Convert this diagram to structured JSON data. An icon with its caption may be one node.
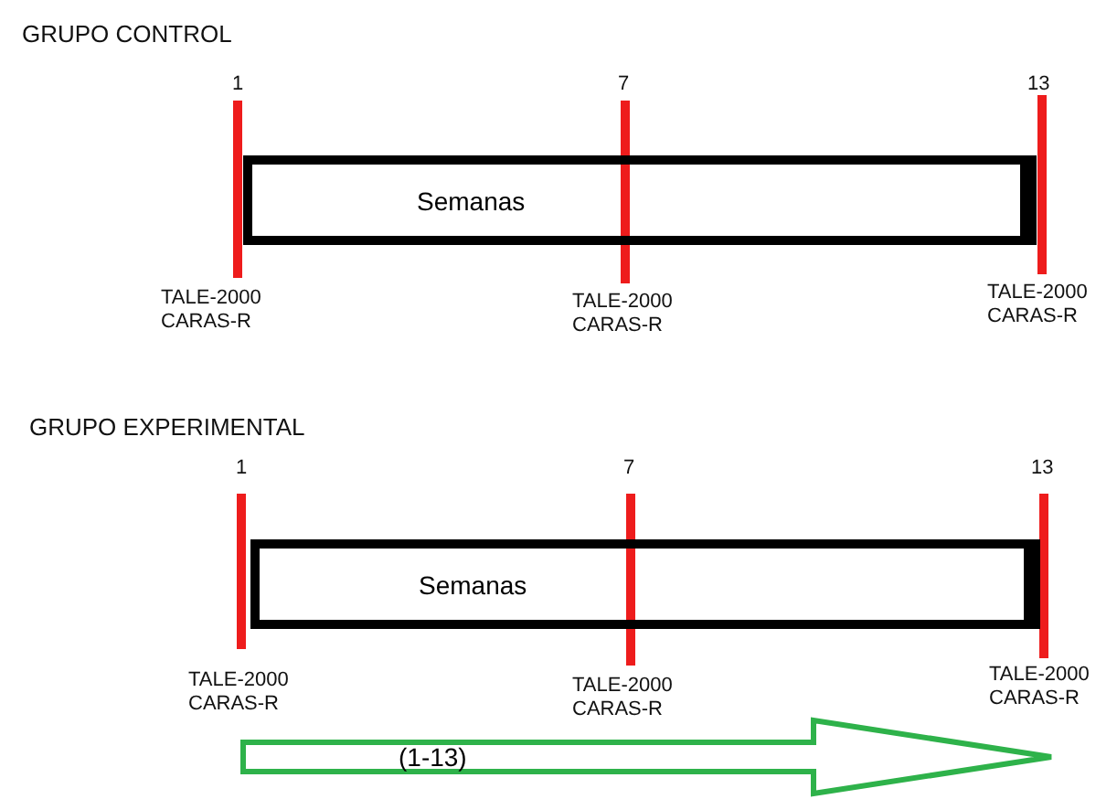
{
  "diagram": {
    "nodes": [
      {
        "text": [
          "Semanas"
        ]
      },
      {
        "text": [
          "Semanas"
        ]
      },
      {
        "text": [
          "(1-13)"
        ]
      }
    ],
    "labels": [
      "GRUPO CONTROL",
      "1",
      "7",
      "13",
      "TALE-2000",
      "CARAS-R",
      "TALE-2000",
      "CARAS-R",
      "TALE-2000",
      "CARAS-R",
      "GRUPO EXPERIMENTAL",
      "1",
      "7",
      "13",
      "TALE-2000",
      "CARAS-R",
      "TALE-2000",
      "CARAS-R",
      "TALE-2000",
      "CARAS-R"
    ]
  }
}
